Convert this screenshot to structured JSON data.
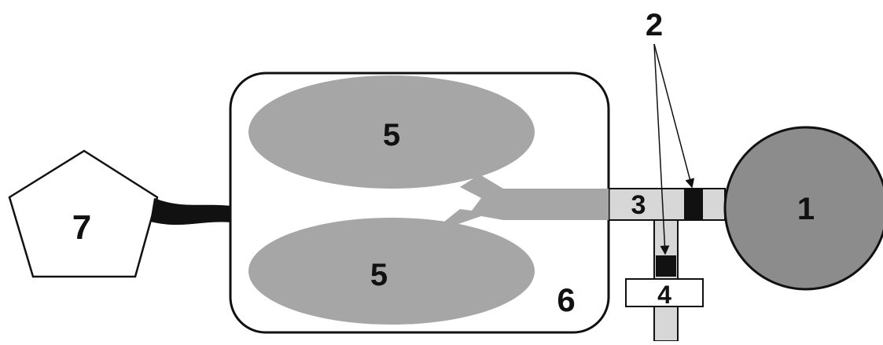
{
  "labels": {
    "source": "1",
    "markers": "2",
    "junction": "3",
    "outlet": "4",
    "chamber_top": "5",
    "chamber_bottom": "5",
    "enclosure": "6",
    "device": "7"
  },
  "colors": {
    "background": "#ffffff",
    "stroke": "#111111",
    "lobe_fill": "#a6a6a6",
    "tube_fill": "#d7d7d7",
    "source_fill": "#8c8c8c",
    "marker_fill": "#111111",
    "cable_fill": "#111111"
  }
}
